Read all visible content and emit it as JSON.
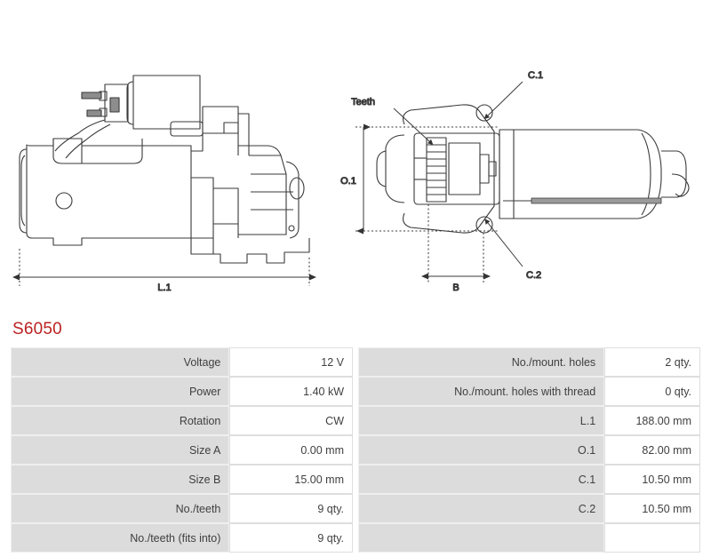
{
  "part": {
    "code": "S6050",
    "code_color": "#bb2222"
  },
  "drawings": {
    "side_view": {
      "name": "starter-motor-side-view",
      "dimension_labels": [
        "L.1"
      ]
    },
    "end_view": {
      "name": "starter-motor-end-view",
      "dimension_labels": [
        "O.1",
        "B",
        "C.1",
        "C.2",
        "Teeth"
      ]
    },
    "labels": {
      "l1": "L.1",
      "o1": "O.1",
      "b": "B",
      "c1": "C.1",
      "c2": "C.2",
      "teeth": "Teeth"
    }
  },
  "spec_table_left": {
    "rows": [
      {
        "label": "Voltage",
        "value": "12 V"
      },
      {
        "label": "Power",
        "value": "1.40 kW"
      },
      {
        "label": "Rotation",
        "value": "CW"
      },
      {
        "label": "Size A",
        "value": "0.00 mm"
      },
      {
        "label": "Size B",
        "value": "15.00 mm"
      },
      {
        "label": "No./teeth",
        "value": "9 qty."
      },
      {
        "label": "No./teeth (fits into)",
        "value": "9 qty."
      }
    ]
  },
  "spec_table_right": {
    "rows": [
      {
        "label": "No./mount. holes",
        "value": "2 qty."
      },
      {
        "label": "No./mount. holes with thread",
        "value": "0 qty."
      },
      {
        "label": "L.1",
        "value": "188.00 mm"
      },
      {
        "label": "O.1",
        "value": "82.00 mm"
      },
      {
        "label": "C.1",
        "value": "10.50 mm"
      },
      {
        "label": "C.2",
        "value": "10.50 mm"
      },
      {
        "label": "",
        "value": ""
      }
    ]
  }
}
